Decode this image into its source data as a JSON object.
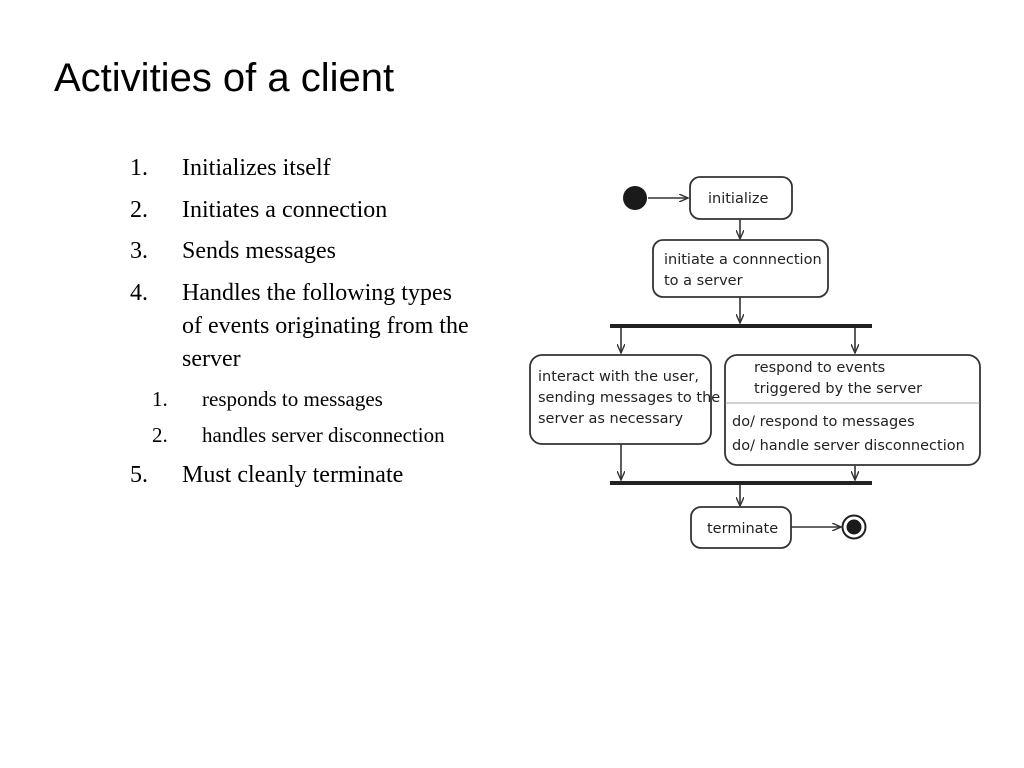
{
  "title": "Activities of a client",
  "steps": [
    {
      "number": "1.",
      "text": "Initializes itself"
    },
    {
      "number": "2.",
      "text": "Initiates a connection"
    },
    {
      "number": "3.",
      "text": "Sends messages"
    },
    {
      "number": "4.",
      "text_lines": [
        "Handles the following types",
        "of events originating from the",
        "server"
      ]
    },
    {
      "number": "5.",
      "text": "Must cleanly terminate"
    }
  ],
  "substeps": [
    {
      "number": "1.",
      "text": "responds to messages"
    },
    {
      "number": "2.",
      "text": "handles server disconnection"
    }
  ],
  "diagram": {
    "initialize": "initialize",
    "initiate_connection": [
      "initiate a connnection",
      "to a server"
    ],
    "interact": [
      "interact with the user,",
      "sending messages to the",
      "server as necessary"
    ],
    "respond": [
      "respond to events",
      "triggered by the server"
    ],
    "do_actions": [
      "do/  respond to messages",
      "do/  handle server disconnection"
    ],
    "terminate": "terminate"
  }
}
